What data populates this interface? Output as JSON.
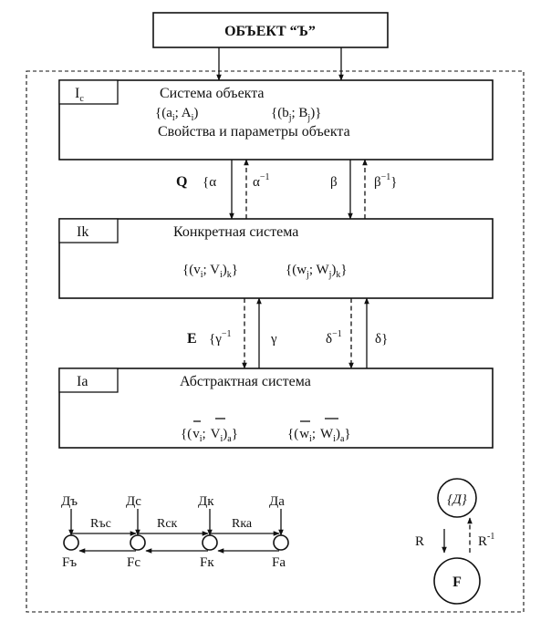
{
  "object_title": "ОБЪЕКТ “Ъ”",
  "object_system": {
    "tab": "I",
    "tab_sub": "c",
    "name": "Система объекта",
    "set_a": "{(a",
    "set_a_i": "i",
    "set_a_mid": "; A",
    "set_a_i2": "i",
    "set_a_end": ")",
    "set_b": "{(b",
    "set_b_j": "j",
    "set_b_mid": "; B",
    "set_b_j2": "j",
    "set_b_end": ")}",
    "properties": "Свойства и параметры объекта"
  },
  "concrete_system": {
    "tab": "Ik",
    "name": "Конкретная система",
    "set_v": "{(v",
    "set_v_i": "i",
    "set_v_mid": "; V",
    "set_v_i2": "i",
    "set_v_end": ")",
    "set_v_k": "k",
    "set_v_close": "}",
    "set_w": "{(w",
    "set_w_j": "j",
    "set_w_mid": "; W",
    "set_w_j2": "j",
    "set_w_end": ")",
    "set_w_k": "k",
    "set_w_close": "}"
  },
  "abstract_system": {
    "tab": "Ia",
    "name": "Абстрактная система",
    "set_v_open": "{(",
    "set_v_lower": "v",
    "set_v_i": "i",
    "set_v_sep": ";",
    "set_v_upper": "V",
    "set_v_i2": "i",
    "set_v_end": ")",
    "set_v_a": "a",
    "set_v_close": "}",
    "set_w_open": "{(",
    "set_w_lower": "w",
    "set_w_i": "i",
    "set_w_sep": ";",
    "set_w_upper": "W",
    "set_w_i2": "i",
    "set_w_end": ")",
    "set_w_a": "a",
    "set_w_close": "}"
  },
  "mappings_top": {
    "group": "Q",
    "open": "{α",
    "alpha_inv": "α",
    "alpha_inv_sup": "−1",
    "beta": "β",
    "beta_inv": "β",
    "beta_inv_sup": "−1",
    "close": "}"
  },
  "mappings_bottom": {
    "group": "E",
    "gamma_inv_open": "{γ",
    "gamma_inv_sup": "−1",
    "gamma": "γ",
    "delta_inv": "δ",
    "delta_inv_sup": "−1",
    "delta_close": "δ}"
  },
  "chain": {
    "top_labels": [
      "Дъ",
      "Дс",
      "Дк",
      "Да"
    ],
    "bottom_labels": [
      "Fъ",
      "Fc",
      "Fк",
      "Fa"
    ],
    "relations": [
      "Rъс",
      "Rск",
      "Rка"
    ]
  },
  "legend": {
    "top": "{Д}",
    "bottom": "F",
    "forward": "R",
    "inverse": "R",
    "inverse_sup": "-1"
  }
}
